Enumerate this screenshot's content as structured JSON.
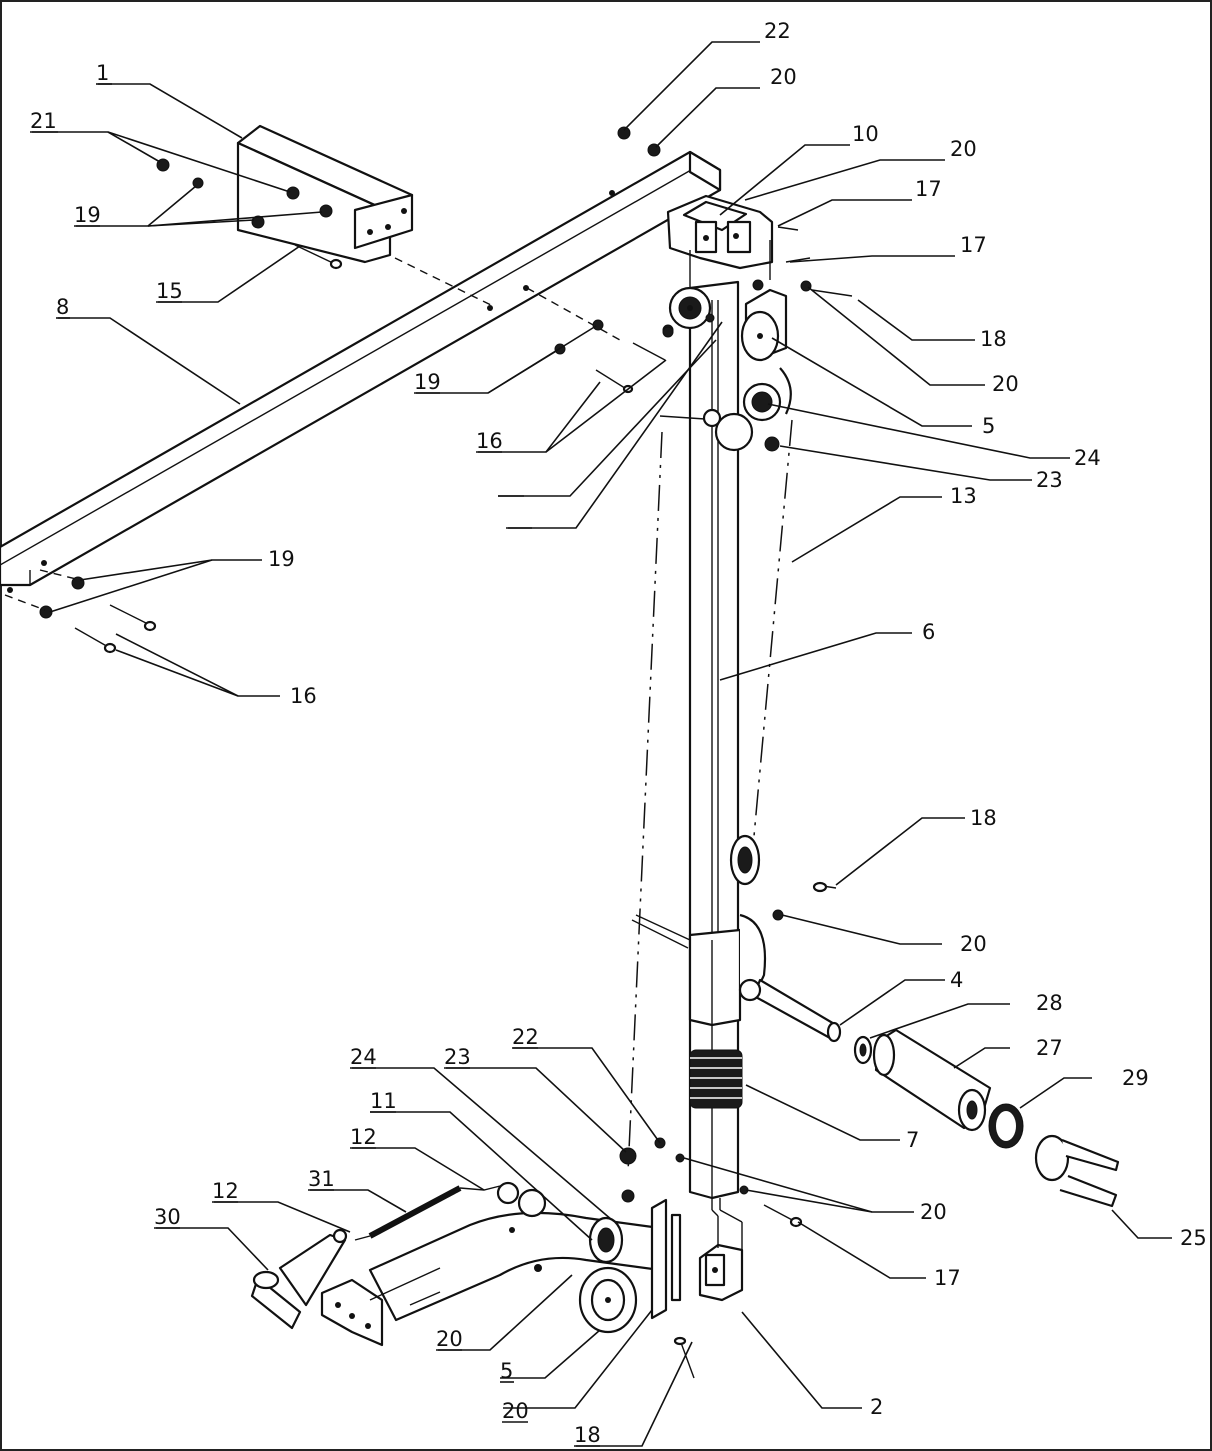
{
  "callouts": [
    "22",
    "20",
    "10",
    "20",
    "17",
    "17",
    "18",
    "20",
    "5",
    "24",
    "23",
    "13",
    "6",
    "18",
    "20",
    "4",
    "28",
    "27",
    "29",
    "25",
    "17",
    "20",
    "7",
    "2",
    "18",
    "20",
    "5",
    "20",
    "30",
    "12",
    "31",
    "12",
    "11",
    "24",
    "23",
    "22",
    "16",
    "19",
    "16",
    "19",
    "8",
    "15",
    "19",
    "21",
    "1"
  ]
}
